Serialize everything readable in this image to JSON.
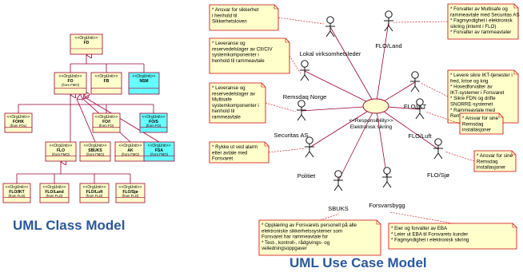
{
  "class_model": {
    "heading": "UML Class Model",
    "stereotype": "<<OrgUnit>>",
    "classes": [
      {
        "id": "fd",
        "name": "FD",
        "sub": ""
      },
      {
        "id": "fo",
        "name": "FO",
        "sub": "(from FMO)"
      },
      {
        "id": "fb",
        "name": "FB",
        "sub": ""
      },
      {
        "id": "nsm",
        "name": "NSM",
        "sub": ""
      },
      {
        "id": "fohk",
        "name": "FOHK",
        "sub": "(from FOL)"
      },
      {
        "id": "foi",
        "name": "FO/I",
        "sub": "(from FO)"
      },
      {
        "id": "fos",
        "name": "FO/S",
        "sub": "(from FO)"
      },
      {
        "id": "flo",
        "name": "FLO",
        "sub": "(from FMO)"
      },
      {
        "id": "sbuks",
        "name": "SBUKS",
        "sub": "(from FMO)"
      },
      {
        "id": "ak",
        "name": "AK",
        "sub": "(from FMO)"
      },
      {
        "id": "fsa",
        "name": "FSA",
        "sub": "(from FMO)"
      },
      {
        "id": "floikt",
        "name": "FLO/IKT",
        "sub": "(from FLO)"
      },
      {
        "id": "floland",
        "name": "FLO/Land",
        "sub": "(from FLO)"
      },
      {
        "id": "floluft",
        "name": "FLO/Luft",
        "sub": "(from FLO)"
      },
      {
        "id": "flosjo",
        "name": "FLO/Sjø",
        "sub": "(from FLO)"
      }
    ]
  },
  "use_case_model": {
    "heading": "UML Use Case Model",
    "use_case": {
      "stereotype": "<<Responsibility>>",
      "name": "Elektronisk sikring"
    },
    "actors": [
      {
        "id": "lokal",
        "label": "Lokal virksomhetsleder"
      },
      {
        "id": "floland",
        "label": "FLO/Land"
      },
      {
        "id": "remsdaq",
        "label": "Remsdaq Norge"
      },
      {
        "id": "floikt",
        "label": "FLO/IKT"
      },
      {
        "id": "securitas",
        "label": "Securitas AS"
      },
      {
        "id": "floluft",
        "label": "FLO/Luft"
      },
      {
        "id": "politiet",
        "label": "Politiet"
      },
      {
        "id": "flosjo",
        "label": "FLO/Sjø"
      },
      {
        "id": "sbuks",
        "label": "SBUKS"
      },
      {
        "id": "forsvarsbygg",
        "label": "Forsvarsbygg"
      }
    ],
    "notes": [
      {
        "id": "n1",
        "lines": [
          "* Ansvar for sikkerhet",
          "i henhold til",
          "Sikkerhetsloven"
        ]
      },
      {
        "id": "n2",
        "lines": [
          "* Forvalter av Multisafe og",
          "rammeavtale med Securitas AS",
          "* Fagmyndighet i elektronisk",
          "sikring (intemt i FLO)",
          "* Forvalter av rammeavtaler"
        ]
      },
      {
        "id": "n3",
        "lines": [
          "* Leveranse og",
          "reservedelslager av CII/CIV",
          "systemkomponenter i",
          "henhold til rammeavtale"
        ]
      },
      {
        "id": "n4",
        "lines": [
          "* Levere sikre IKT-tjenester i",
          "fred, krise og krig",
          "* Hovedforvalter av",
          "IKT-systemer i Forsvaret",
          "* Sikre FDN og drifte",
          "SNORRE-systemet",
          "* Rammeavtale med",
          "Remsdaq"
        ]
      },
      {
        "id": "n5",
        "lines": [
          "* Leveranse og",
          "reservedelslager av",
          "Multisafe",
          "systemkomponenter i",
          "henhold til",
          "rammeavtale"
        ]
      },
      {
        "id": "n6",
        "lines": [
          "* Ansvar for sine",
          "Remsdaq",
          "installasjoner"
        ]
      },
      {
        "id": "n7",
        "lines": [
          "* Rykke ut ved alarm",
          "etter avtale med",
          "Forsvaret"
        ]
      },
      {
        "id": "n8",
        "lines": [
          "* Ansvar for sine",
          "Remsdaq",
          "installasjoner"
        ]
      },
      {
        "id": "n9",
        "lines": [
          "* Opplæring av Forsvarets personell på alle",
          "elektroniske sikkerhetssystemer som",
          "Forsvaret har rammeavtale for",
          "* Test-, kontroll-, rådgivings- og",
          "veiledningsoppgaver"
        ]
      },
      {
        "id": "n10",
        "lines": [
          "* Eier og forvalter av EBA",
          "* Leier ut EBA til Forsvarets kunder",
          "* Fagmyndighet i elektronisk sikring"
        ]
      }
    ]
  },
  "colors": {
    "class_fill": "#ffffcc",
    "class_cyan": "#66ffff",
    "note_fill": "#ffffcc",
    "note_border": "#cc0000",
    "class_border": "#990033",
    "heading": "#2b579a"
  }
}
